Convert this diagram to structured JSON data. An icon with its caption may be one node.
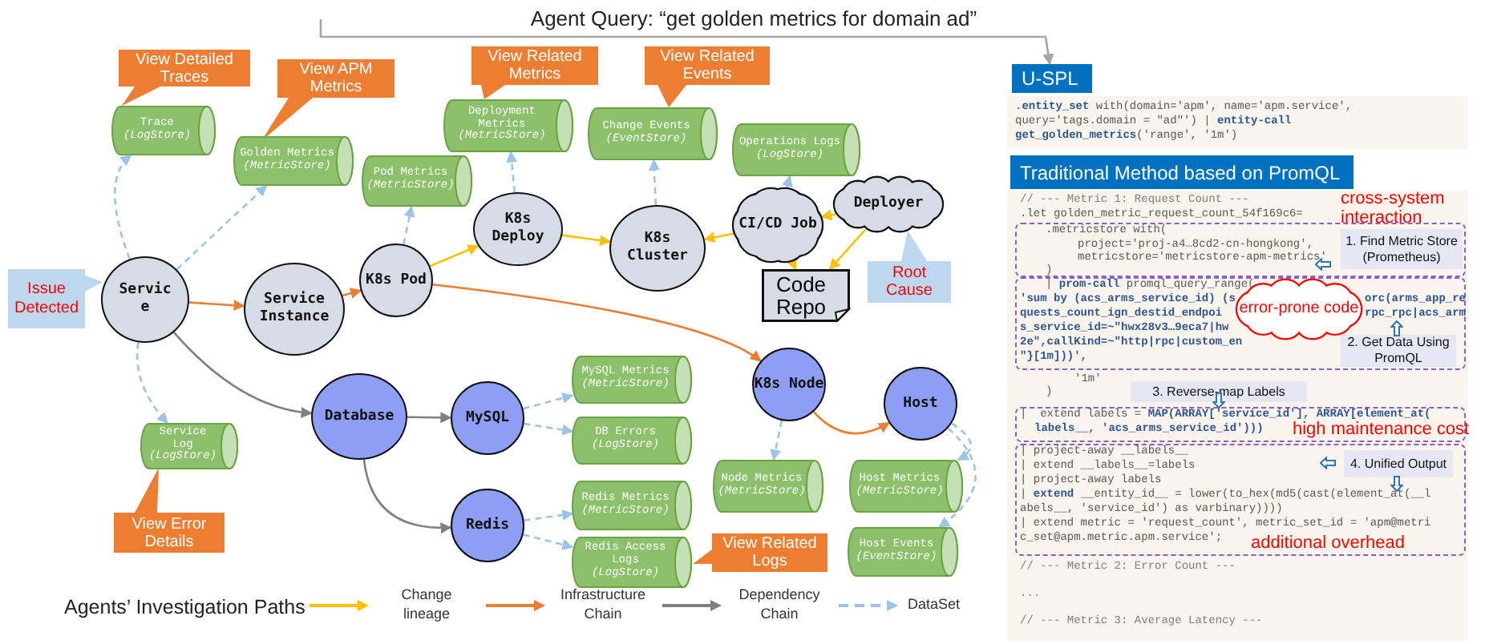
{
  "diagram": {
    "nodes": [
      {
        "text": [
          "Trace",
          "(LogStore)"
        ]
      },
      {
        "text": [
          "View Detailed Traces"
        ]
      },
      {
        "text": [
          "Golden Metrics",
          "(MetricStore)"
        ]
      },
      {
        "text": [
          "View APM Metrics"
        ]
      },
      {
        "text": [
          "Pod Metrics",
          "(MetricStore)"
        ]
      },
      {
        "text": [
          "Deployment Metrics",
          "(MetricStore)"
        ]
      },
      {
        "text": [
          "View Related Metrics"
        ]
      },
      {
        "text": [
          "Change Events",
          "(EventStore)"
        ]
      },
      {
        "text": [
          "View Related Events"
        ]
      },
      {
        "text": [
          "Operations Logs",
          "(LogStore)"
        ]
      },
      {
        "text": [
          "Issue Detected"
        ]
      },
      {
        "text": [
          "Servic e"
        ]
      },
      {
        "text": [
          "Service Instance"
        ]
      },
      {
        "text": [
          "K8s Pod"
        ]
      },
      {
        "text": [
          "K8s Deploy"
        ]
      },
      {
        "text": [
          "K8s Cluster"
        ]
      },
      {
        "text": [
          "CI/CD Job"
        ]
      },
      {
        "text": [
          "Deployer"
        ]
      },
      {
        "text": [
          "Root Cause"
        ]
      },
      {
        "text": [
          "Code Repo"
        ]
      },
      {
        "text": [
          "Service Log",
          "(LogStore)"
        ]
      },
      {
        "text": [
          "View Error Details"
        ]
      },
      {
        "text": [
          "Database"
        ]
      },
      {
        "text": [
          "MySQL"
        ]
      },
      {
        "text": [
          "MySQL Metrics",
          "(MetricStore)"
        ]
      },
      {
        "text": [
          "DB Errors",
          "(LogStore)"
        ]
      },
      {
        "text": [
          "Redis"
        ]
      },
      {
        "text": [
          "Redis Metrics",
          "(MetricStore)"
        ]
      },
      {
        "text": [
          "Redis Access Logs",
          "(LogStore)"
        ]
      },
      {
        "text": [
          "View Related Logs"
        ]
      },
      {
        "text": [
          "K8s Node"
        ]
      },
      {
        "text": [
          "Host"
        ]
      },
      {
        "text": [
          "Node Metrics",
          "(MetricStore)"
        ]
      },
      {
        "text": [
          "Host Metrics",
          "(MetricStore)"
        ]
      },
      {
        "text": [
          "Host Events",
          "(EventStore)"
        ]
      },
      {
        "text": [
          "U-SPL"
        ]
      },
      {
        "text": [
          "Traditional Method based on PromQL"
        ]
      },
      {
        "text": [
          "1. Find Metric Store (Prometheus)"
        ]
      },
      {
        "text": [
          "error-prone code"
        ]
      },
      {
        "text": [
          "2. Get Data Using PromQL"
        ]
      },
      {
        "text": [
          "3. Reverse-map Labels"
        ]
      },
      {
        "text": [
          "4. Unified Output"
        ]
      }
    ],
    "edges": [
      {
        "from": 11,
        "to": 12,
        "arrow": "to",
        "color": "#ed7d31"
      },
      {
        "from": 12,
        "to": 13,
        "arrow": "to",
        "color": "#ed7d31"
      },
      {
        "from": 13,
        "to": 14,
        "arrow": "to",
        "color": "#ffc000"
      },
      {
        "from": 14,
        "to": 15,
        "arrow": "to",
        "color": "#ffc000"
      },
      {
        "from": 16,
        "to": 15,
        "arrow": "to",
        "color": "#ffc000"
      },
      {
        "from": 17,
        "to": 16,
        "arrow": "to",
        "color": "#ffc000"
      },
      {
        "from": 16,
        "to": 19,
        "arrow": "to",
        "color": "#ffc000"
      },
      {
        "from": 17,
        "to": 19,
        "arrow": "to",
        "color": "#ffc000"
      },
      {
        "from": 13,
        "to": 30,
        "arrow": "to",
        "color": "#ed7d31"
      },
      {
        "from": 30,
        "to": 31,
        "arrow": "to",
        "color": "#ed7d31"
      },
      {
        "from": 11,
        "to": 22,
        "arrow": "to",
        "color": "#7f7f7f"
      },
      {
        "from": 22,
        "to": 23,
        "arrow": "to",
        "color": "#7f7f7f"
      },
      {
        "from": 22,
        "to": 26,
        "arrow": "to",
        "color": "#7f7f7f"
      },
      {
        "from": 11,
        "to": 0,
        "arrow": "to",
        "style": "dashed"
      },
      {
        "from": 11,
        "to": 2,
        "arrow": "to",
        "style": "dashed"
      },
      {
        "from": 11,
        "to": 20,
        "arrow": "to",
        "style": "dashed"
      },
      {
        "from": 13,
        "to": 4,
        "arrow": "to",
        "style": "dashed"
      },
      {
        "from": 14,
        "to": 5,
        "arrow": "to",
        "style": "dashed"
      },
      {
        "from": 15,
        "to": 7,
        "arrow": "to",
        "style": "dashed"
      },
      {
        "from": 16,
        "to": 9,
        "arrow": "to",
        "style": "dashed"
      },
      {
        "from": 23,
        "to": 24,
        "arrow": "to",
        "style": "dashed"
      },
      {
        "from": 23,
        "to": 25,
        "arrow": "to",
        "style": "dashed"
      },
      {
        "from": 26,
        "to": 27,
        "arrow": "to",
        "style": "dashed"
      },
      {
        "from": 26,
        "to": 28,
        "arrow": "to",
        "style": "dashed"
      },
      {
        "from": 30,
        "to": 32,
        "arrow": "to",
        "style": "dashed"
      },
      {
        "from": 31,
        "to": 33,
        "arrow": "to",
        "style": "dashed"
      },
      {
        "from": 31,
        "to": 34,
        "arrow": "to",
        "style": "dashed"
      },
      {
        "from": null,
        "to": 35,
        "arrow": "to",
        "color": "#a6a6a6",
        "label": "Agent Query: “get golden metrics for domain ad”"
      }
    ],
    "labels": [
      ".**entity_set** with(domain='apm', name='apm.service',",
      "query='tags.domain = \"ad\"') | **entity-call**",
      "**get_golden_metrics**('range', '1m')",
      "// --- Metric 1: Request Count ---",
      ".let golden_metric_request_count_54f169c6=",
      "cross-system interaction",
      ".metricstore with(",
      "project='proj-a4…8cd2-cn-hongkong',",
      "metricstore='metricstore-apm-metrics'",
      ")",
      "| **prom-call** promql_query_range(",
      "'sum by (acs_arms_service_id) (s",
      "orc(arms_app_re",
      "quests_count_ign_destid_endpoi",
      "rpc_rpc|acs_arm",
      "s_service_id=~\"hwx28v3…9eca7|hw",
      "2e\",callKind=~\"http|rpc|custom_en",
      "\"}[1m]))',",
      "'1m'",
      ")",
      "|  extend labels = **MAP(ARRAY['service_id'], ARRAY[element_at(**",
      "labels__, 'acs_arms_service_id')))",
      "high maintenance cost",
      "| project-away __labels__",
      "| extend __labels__=labels",
      "| project-away labels",
      "| **extend** __entity_id__ = lower(to_hex(md5(cast(element_at(__l",
      "abels__, 'service_id') as varbinary))))",
      "| extend metric = 'request_count', metric_set_id = 'apm@metri",
      "c_set@apm.metric.apm.service';",
      "additional overhead",
      "// --- Metric 2: Error Count ---",
      "...",
      "// --- Metric 3: Average Latency ---",
      "Agents’ Investigation Paths"
    ],
    "legend": [
      {
        "text": "Change lineage"
      },
      {
        "text": "Infrastructure Chain"
      },
      {
        "text": "Dependency Chain"
      },
      {
        "text": "DataSet"
      }
    ]
  }
}
